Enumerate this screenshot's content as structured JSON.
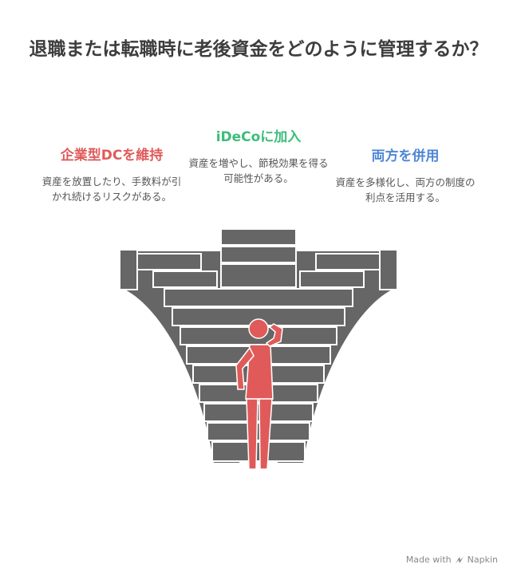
{
  "title": "退職または転職時に老後資金をどのように管理するか？",
  "options": [
    {
      "heading": "企業型DCを維持",
      "description": "資産を放置したり、手数料が引かれ続けるリスクがある。",
      "color": "#e05a5a"
    },
    {
      "heading": "iDeCoに加入",
      "description": "資産を増やし、節税効果を得る可能性がある。",
      "color": "#3dbd7a"
    },
    {
      "heading": "両方を併用",
      "description": "資産を多様化し、両方の制度の利点を活用する。",
      "color": "#4f86d6"
    }
  ],
  "footer": {
    "made_with": "Made with",
    "brand": "Napkin"
  },
  "icons": {
    "person": "person-thinking-icon",
    "logo": "napkin-logo-icon"
  },
  "colors": {
    "stairs": "#666666",
    "person": "#e05a5a"
  }
}
